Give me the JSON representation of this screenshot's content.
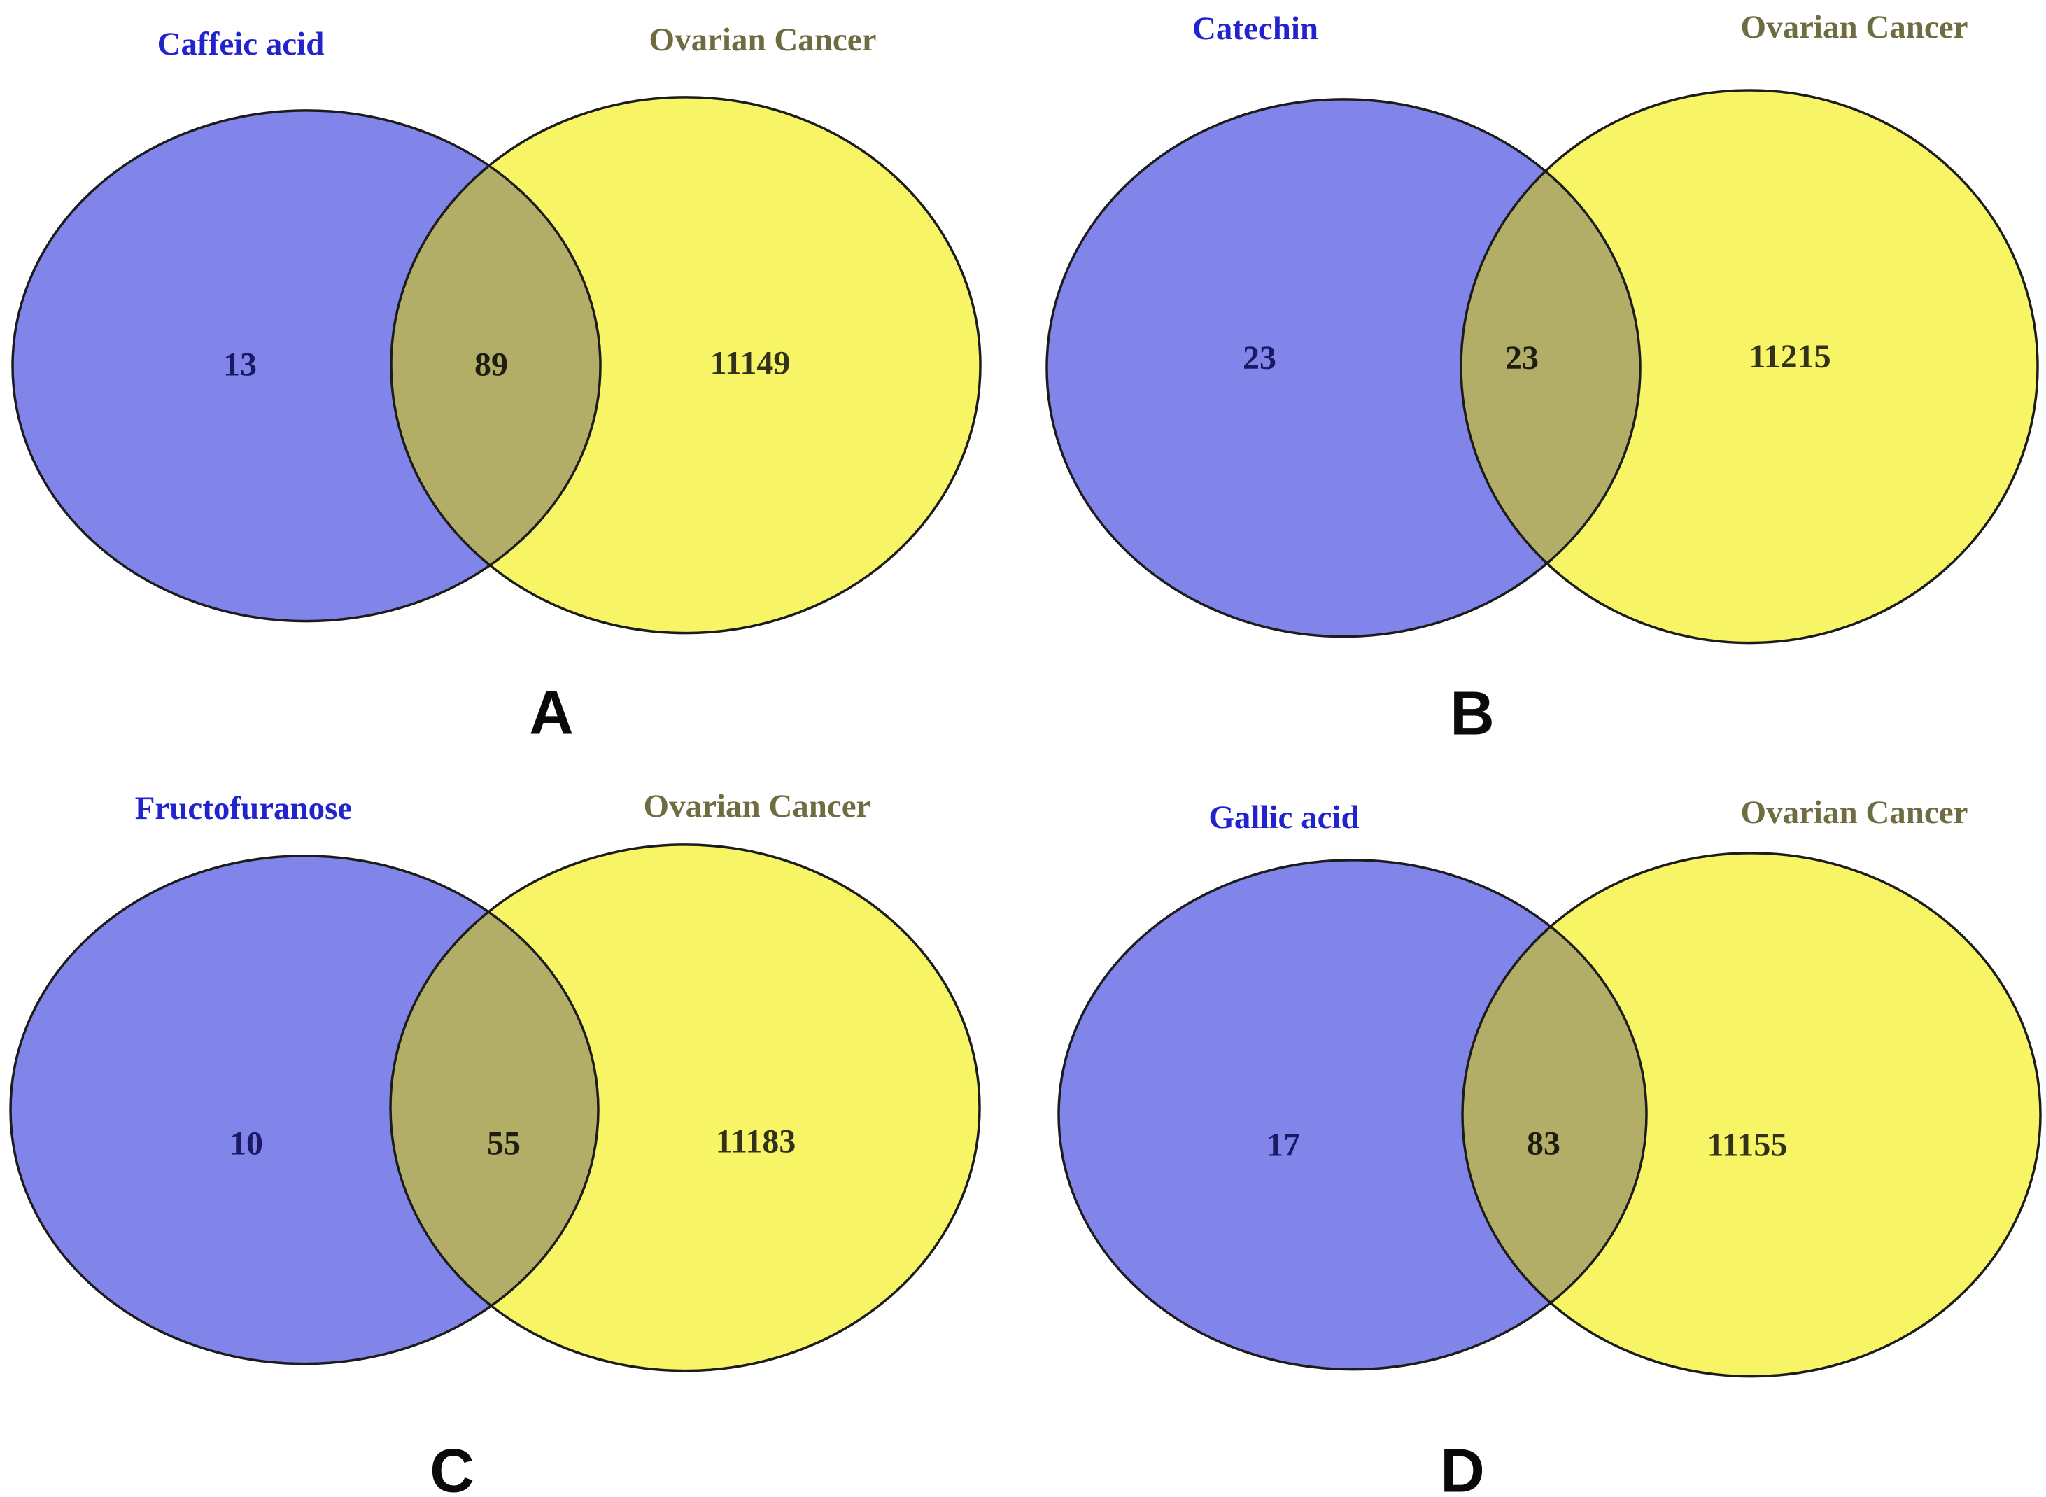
{
  "figure": {
    "description": "Four two-set Venn diagrams comparing compound target sets with Ovarian Cancer targets",
    "colors": {
      "left_circle_fill": "#8184e8",
      "right_circle_fill": "#f7f566",
      "overlap_fill": "#b2ae68",
      "circle_outline": "#1c1c1c",
      "left_title_color": "#2323cd",
      "right_title_color": "#6e6d42",
      "left_count_color": "#191965",
      "overlap_count_color": "#1d1d10",
      "right_count_color": "#32321a",
      "panel_letter_color": "#0a0a0a"
    },
    "panels": [
      {
        "letter": "A",
        "left_title": "Caffeic acid",
        "right_title": "Ovarian Cancer",
        "left_count": "13",
        "overlap_count": "89",
        "right_count": "11149"
      },
      {
        "letter": "B",
        "left_title": "Catechin",
        "right_title": "Ovarian Cancer",
        "left_count": "23",
        "overlap_count": "23",
        "right_count": "11215"
      },
      {
        "letter": "C",
        "left_title": "Fructofuranose",
        "right_title": "Ovarian Cancer",
        "left_count": "10",
        "overlap_count": "55",
        "right_count": "11183"
      },
      {
        "letter": "D",
        "left_title": "Gallic acid",
        "right_title": "Ovarian Cancer",
        "left_count": "17",
        "overlap_count": "83",
        "right_count": "11155"
      }
    ]
  },
  "chart_data": [
    {
      "type": "venn",
      "panel": "A",
      "sets": [
        "Caffeic acid",
        "Ovarian Cancer"
      ],
      "left_only": 13,
      "intersection": 89,
      "right_only": 11149
    },
    {
      "type": "venn",
      "panel": "B",
      "sets": [
        "Catechin",
        "Ovarian Cancer"
      ],
      "left_only": 23,
      "intersection": 23,
      "right_only": 11215
    },
    {
      "type": "venn",
      "panel": "C",
      "sets": [
        "Fructofuranose",
        "Ovarian Cancer"
      ],
      "left_only": 10,
      "intersection": 55,
      "right_only": 11183
    },
    {
      "type": "venn",
      "panel": "D",
      "sets": [
        "Gallic acid",
        "Ovarian Cancer"
      ],
      "left_only": 17,
      "intersection": 83,
      "right_only": 11155
    }
  ]
}
